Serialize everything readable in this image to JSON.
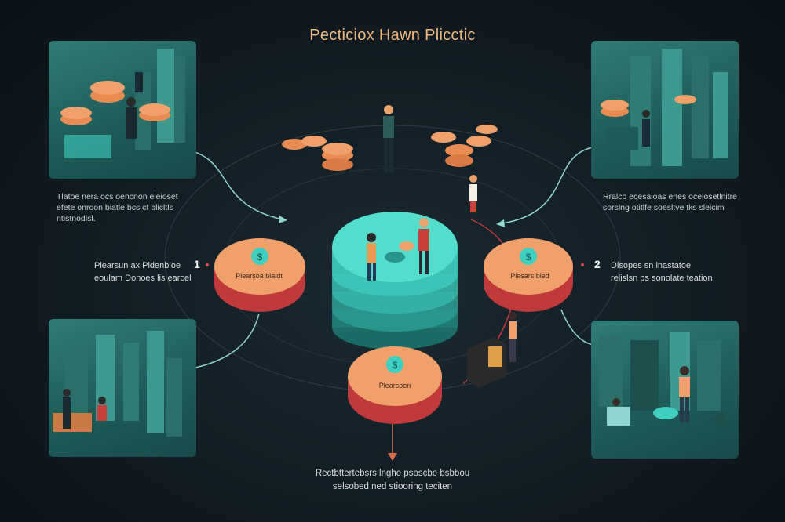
{
  "title": "Pecticiox Hawn Plicctic",
  "captions": {
    "top_left": [
      "Tlatoe nera ocs oencnon eleioset",
      "efete onroon biatle bcs cf blicltls",
      "ntlstnodlsl."
    ],
    "top_right": [
      "Rralco ecesaioas enes ocelosetlnitre",
      "sorslng otitlfe soesltve tks sleicim"
    ]
  },
  "steps": [
    {
      "number": "1",
      "lines": [
        "Plearsun ax Pldenbloe",
        "eoulam Donoes lis earcel"
      ]
    },
    {
      "number": "2",
      "lines": [
        "Dlsopes sn lnastatoe",
        "relislsn ps sonolate teation"
      ]
    }
  ],
  "disc_labels": {
    "left": "Plearsoa blaldt",
    "right": "Plesars bled",
    "bottom": "Plearsoon"
  },
  "bottom_text": [
    "Rectbttertebsrs lnghe psoscbe bsbbou",
    "selsobed ned stiooring teciten"
  ],
  "colors": {
    "accent_orange": "#f0a06a",
    "teal": "#3fcfc0",
    "red_rim": "#d9474a",
    "background": "#111b22"
  }
}
